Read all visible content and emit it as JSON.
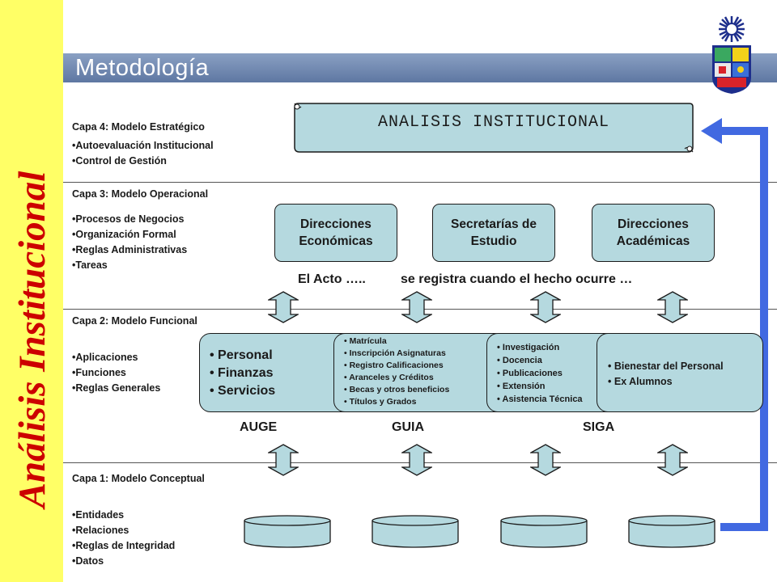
{
  "header": {
    "title": "Metodología",
    "side_title": "Análisis Institucional"
  },
  "top_banner": {
    "label": "ANALISIS   INSTITUCIONAL"
  },
  "layers": [
    {
      "title": "Capa 4: Modelo Estratégico",
      "items": [
        "•Autoevaluación Institucional",
        "•Control de Gestión"
      ]
    },
    {
      "title": "Capa 3: Modelo Operacional",
      "items": [
        "•Procesos de Negocios",
        "•Organización Formal",
        "•Reglas Administrativas",
        "•Tareas"
      ]
    },
    {
      "title": "Capa 2: Modelo Funcional",
      "items": [
        "•Aplicaciones",
        "•Funciones",
        "•Reglas Generales"
      ]
    },
    {
      "title": "Capa 1: Modelo Conceptual",
      "items": [
        "•Entidades",
        "•Relaciones",
        "•Reglas de Integridad",
        "•Datos"
      ]
    }
  ],
  "directions": [
    {
      "line1": "Direcciones",
      "line2": "Económicas"
    },
    {
      "line1": "Secretarías de",
      "line2": "Estudio"
    },
    {
      "line1": "Direcciones",
      "line2": "Académicas"
    }
  ],
  "acto": {
    "part1": "El Acto …..",
    "part2": "se registra cuando el hecho ocurre …"
  },
  "apps": {
    "auge": [
      "Personal",
      "Finanzas",
      "Servicios"
    ],
    "guia": [
      "Matrícula",
      "Inscripción Asignaturas",
      "Registro Calificaciones",
      "Aranceles y Créditos",
      "Becas y otros beneficios",
      "Títulos y Grados"
    ],
    "siga1": [
      "Investigación",
      "Docencia",
      "Publicaciones",
      "Extensión",
      "Asistencia Técnica"
    ],
    "siga2": [
      "Bienestar del Personal",
      "Ex Alumnos"
    ]
  },
  "systems": {
    "auge": "AUGE",
    "guia": "GUIA",
    "siga": "SIGA"
  },
  "colors": {
    "sidebar": "#ffff66",
    "side_title": "#cc0000",
    "teal_box": "#b5d9df",
    "feedback_arrow": "#4169e1",
    "title_bar": "#6e85ae"
  }
}
